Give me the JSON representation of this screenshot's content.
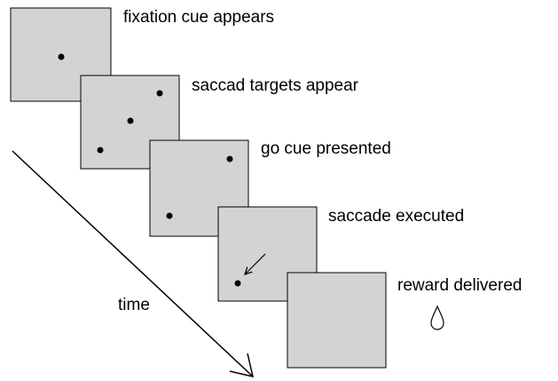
{
  "steps": [
    {
      "label": "fixation cue appears"
    },
    {
      "label": "saccad targets appear"
    },
    {
      "label": "go cue presented"
    },
    {
      "label": "saccade executed"
    },
    {
      "label": "reward delivered"
    }
  ],
  "axis": {
    "label": "time"
  },
  "icons": {
    "arrow": "saccade-arrow-icon",
    "reward": "water-drop-icon"
  },
  "colors": {
    "panel_fill": "#d3d3d3",
    "ink": "#000000",
    "background": "#ffffff"
  }
}
